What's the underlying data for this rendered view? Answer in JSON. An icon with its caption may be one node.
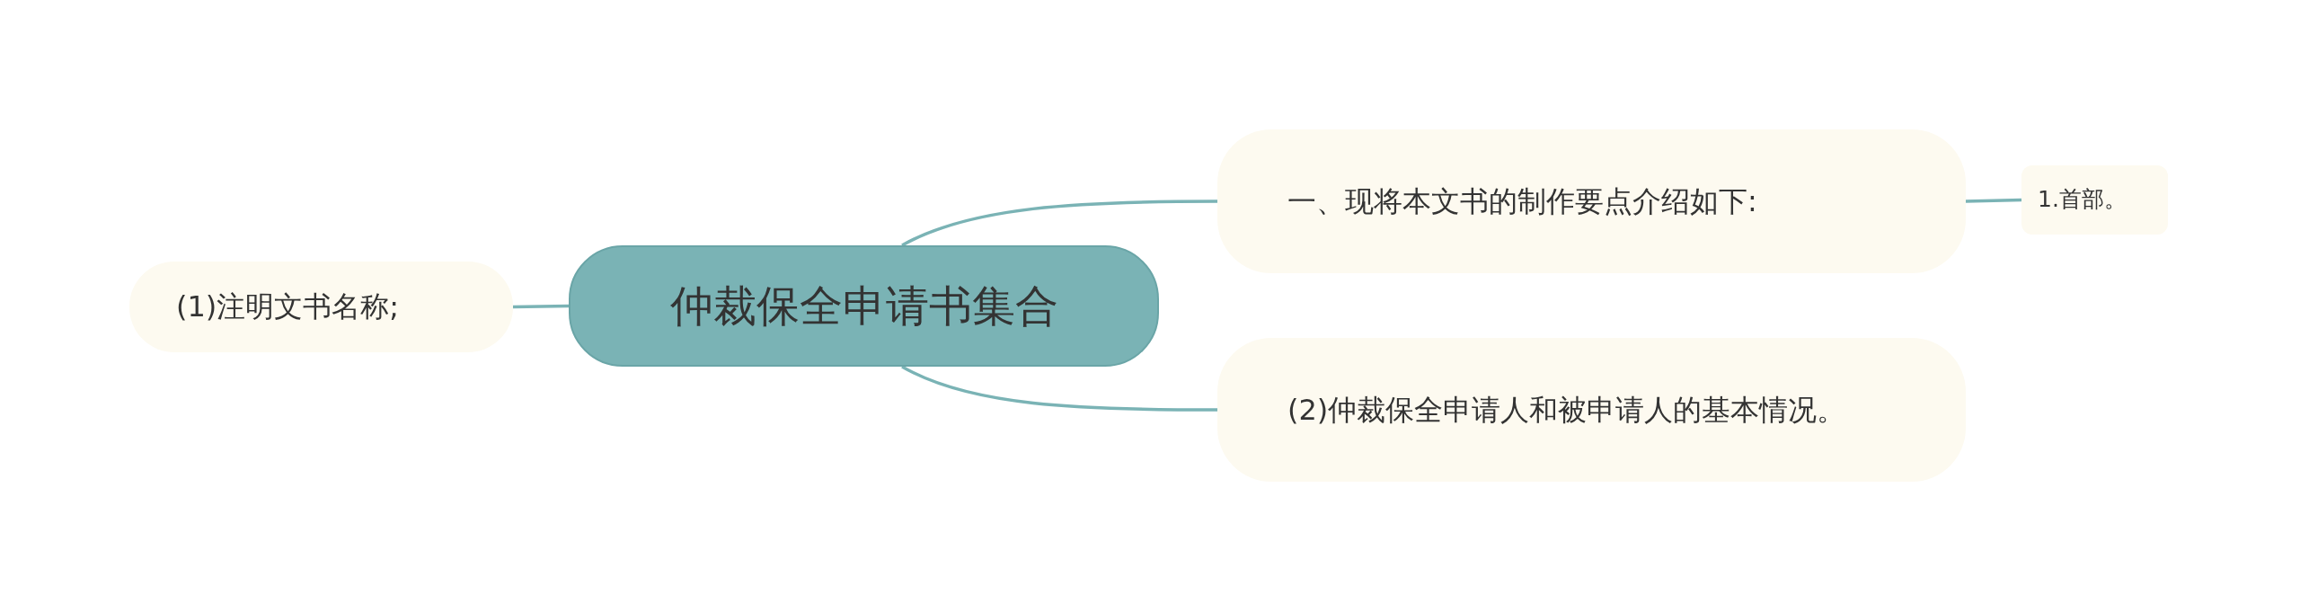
{
  "diagram": {
    "nodes": [
      {
        "text": [
          "仲裁保全申请书集合"
        ]
      },
      {
        "text": [
          "(1)注明文书名称;"
        ]
      },
      {
        "text": [
          "一、现将本文书的制作要点介绍如下:"
        ]
      },
      {
        "text": [
          "1.首部。"
        ]
      },
      {
        "text": [
          "(2)仲裁保全申请人和被申请人的基本情况。"
        ]
      }
    ],
    "edges": [
      {
        "from": 0,
        "to": 1,
        "arrow": "none"
      },
      {
        "from": 0,
        "to": 2,
        "arrow": "none"
      },
      {
        "from": 2,
        "to": 3,
        "arrow": "none"
      },
      {
        "from": 0,
        "to": 4,
        "arrow": "none"
      }
    ]
  }
}
